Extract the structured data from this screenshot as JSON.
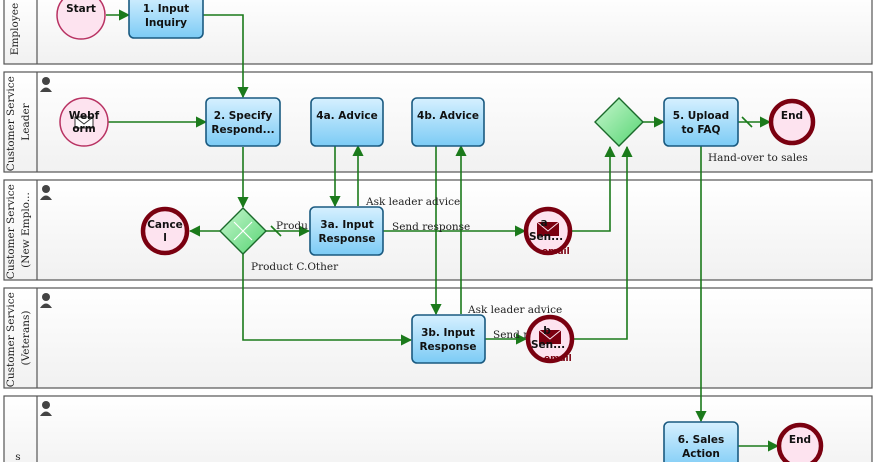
{
  "lanes": [
    {
      "label_lines": [
        "Employee"
      ]
    },
    {
      "label_lines": [
        "Customer Service",
        "Leader"
      ]
    },
    {
      "label_lines": [
        "Customer Service",
        "(New Emplo..."
      ]
    },
    {
      "label_lines": [
        "Customer Service",
        "(Veterans)"
      ]
    },
    {
      "label_lines": [
        "s"
      ]
    }
  ],
  "tasks": {
    "input_inquiry": [
      "1. Input",
      "Inquiry"
    ],
    "specify_respond": [
      "2. Specify",
      "Respond..."
    ],
    "advice_4a": [
      "4a. Advice"
    ],
    "advice_4b": [
      "4b. Advice"
    ],
    "input_response_3a": [
      "3a. Input",
      "Response"
    ],
    "input_response_3b": [
      "3b. Input",
      "Response"
    ],
    "upload_faq": [
      "5. Upload",
      "to FAQ"
    ],
    "sales_action": [
      "6. Sales",
      "Action"
    ]
  },
  "events": {
    "start": [
      "Start"
    ],
    "webform": [
      "Webf",
      "orm"
    ],
    "end_upload": [
      "End"
    ],
    "end_sales": [
      "End"
    ],
    "cancel": [
      "Cance",
      "l"
    ],
    "send_email_a": [
      "a",
      "Sen..."
    ],
    "send_email_b": [
      "b",
      "Sen..."
    ]
  },
  "email_tag": "email",
  "flow_labels": {
    "ask_leader_a": "Ask leader advice",
    "send_response_a": "Send response",
    "product_label": "Produ",
    "product_other": "Product C.Other",
    "ask_leader_b": "Ask leader advice",
    "send_response_b": "Send r",
    "handover": "Hand-over to sales"
  },
  "colors": {
    "task_fill": "#8fd4f7",
    "task_border": "#1a5a80",
    "gateway_fill": "#7ee69a",
    "start_fill": "#fde3ef",
    "end_ring": "#7a0010",
    "flow": "#1b7a1b",
    "lane_border": "#555555"
  }
}
